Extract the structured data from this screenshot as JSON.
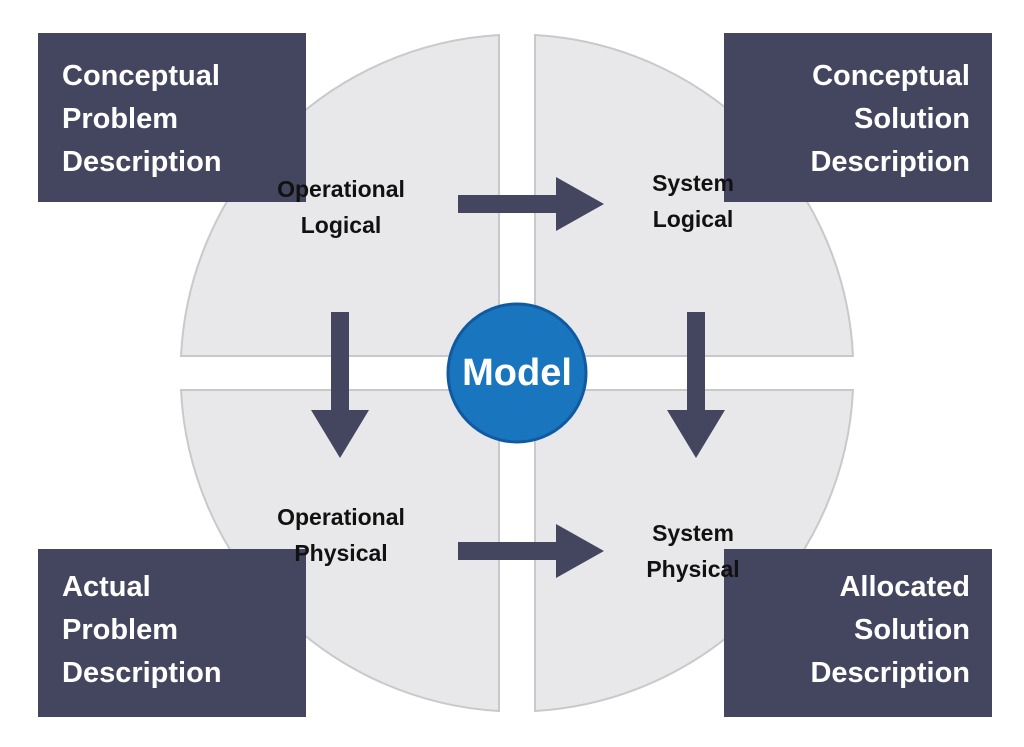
{
  "colors": {
    "box": "#44465f",
    "box_text": "#ffffff",
    "quadrant_fill": "#e8e8ea",
    "quadrant_stroke": "#c9c9cc",
    "arrow": "#44465f",
    "model_fill": "#1a75bf",
    "model_stroke": "#0f5aa0"
  },
  "corner_boxes": {
    "top_left": [
      "Conceptual",
      "Problem",
      "Description"
    ],
    "top_right": [
      "Conceptual",
      "Solution",
      "Description"
    ],
    "bottom_left": [
      "Actual",
      "Problem",
      "Description"
    ],
    "bottom_right": [
      "Allocated",
      "Solution",
      "Description"
    ]
  },
  "quadrants": {
    "top_left": [
      "Operational",
      "Logical"
    ],
    "top_right": [
      "System",
      "Logical"
    ],
    "bottom_left": [
      "Operational",
      "Physical"
    ],
    "bottom_right": [
      "System",
      "Physical"
    ]
  },
  "center": {
    "label": "Model"
  }
}
